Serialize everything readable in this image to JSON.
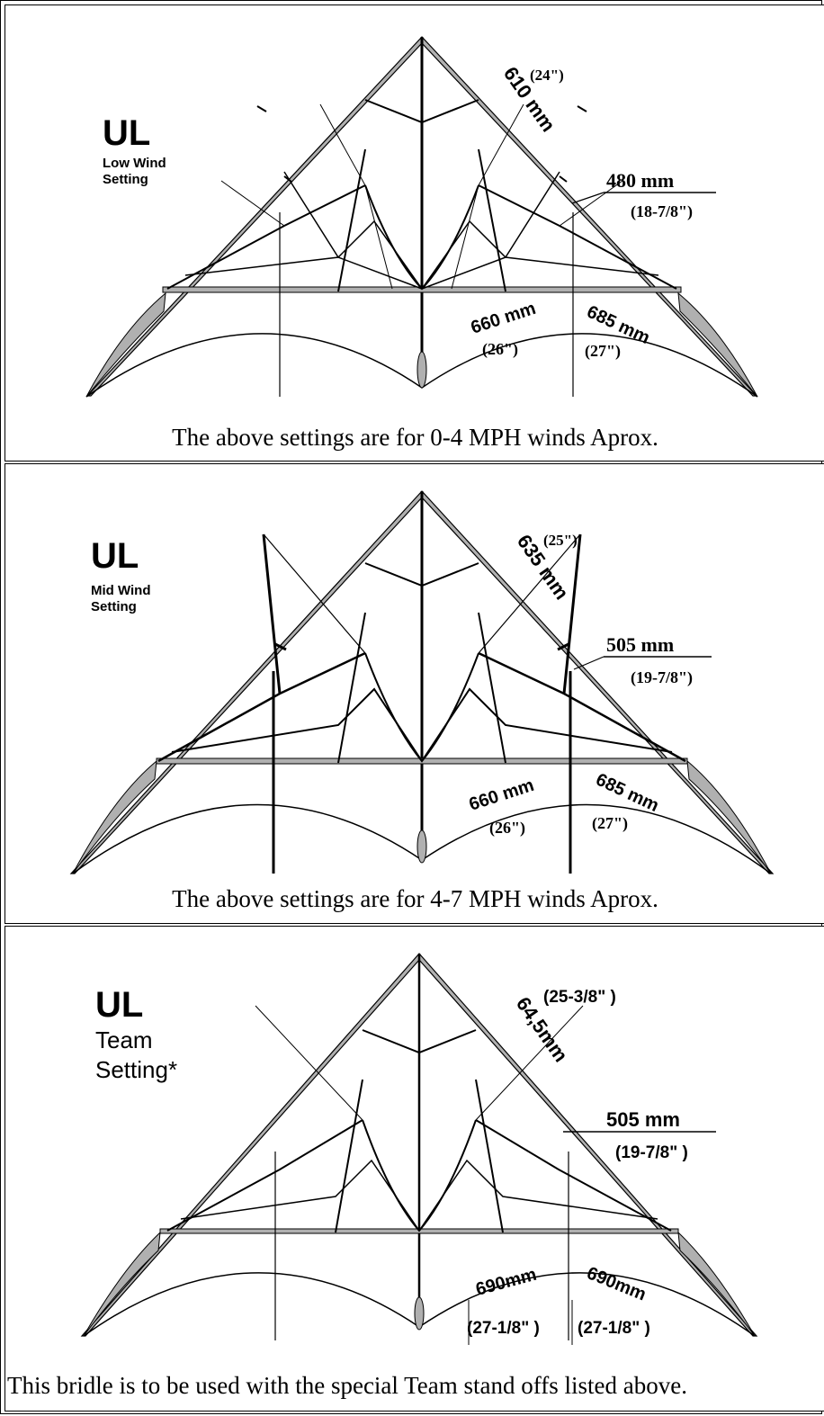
{
  "panels": [
    {
      "model": "UL",
      "setting_line1": "Low Wind",
      "setting_line2": "Setting",
      "dim_leading": "610 mm",
      "dim_leading_in": "(24\")",
      "dim_upper": "480 mm",
      "dim_upper_in": "(18-7/8\")",
      "dim_lower_left": "660 mm",
      "dim_lower_left_in": "(26\")",
      "dim_lower_right": "685 mm",
      "dim_lower_right_in": "(27\")",
      "caption": "The above settings are for 0-4 MPH winds Aprox."
    },
    {
      "model": "UL",
      "setting_line1": "Mid Wind",
      "setting_line2": "Setting",
      "dim_leading": "635 mm",
      "dim_leading_in": "(25\")",
      "dim_upper": "505 mm",
      "dim_upper_in": "(19-7/8\")",
      "dim_lower_left": "660 mm",
      "dim_lower_left_in": "(26\")",
      "dim_lower_right": "685 mm",
      "dim_lower_right_in": "(27\")",
      "caption": "The above settings are for 4-7 MPH winds Aprox."
    },
    {
      "model": "UL",
      "setting_line1": "Team",
      "setting_line2": "Setting*",
      "dim_leading": "64,5mm",
      "dim_leading_in": "(25-3/8\" )",
      "dim_upper": "505 mm",
      "dim_upper_in": "(19-7/8\" )",
      "dim_lower_left": "690mm",
      "dim_lower_left_in": "(27-1/8\" )",
      "dim_lower_right": "690mm",
      "dim_lower_right_in": "(27-1/8\" )",
      "caption": "This bridle is to be used with the special Team stand offs listed above."
    }
  ],
  "colors": {
    "sail": "#b0b0b0",
    "frame": "#000000"
  }
}
